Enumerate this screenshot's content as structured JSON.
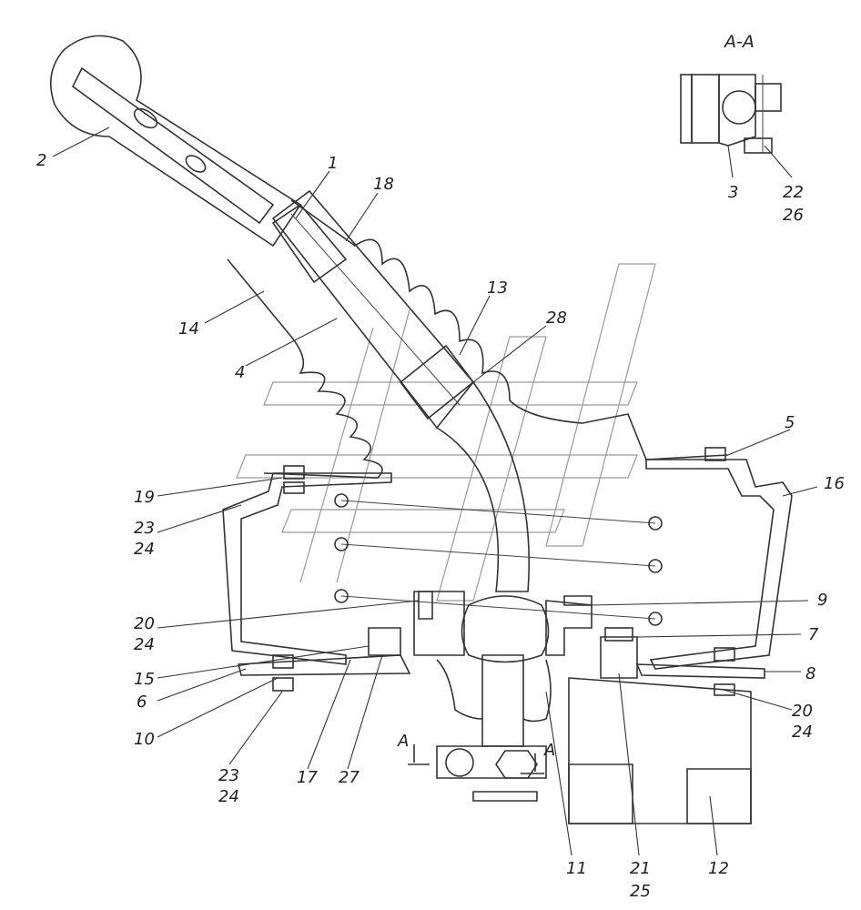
{
  "section_view": {
    "title": "A-A",
    "labels": [
      "3",
      "22",
      "26"
    ]
  },
  "cutting_plane_labels": [
    "A",
    "A"
  ],
  "callouts": [
    {
      "id": "c1",
      "text": "1"
    },
    {
      "id": "c2",
      "text": "2"
    },
    {
      "id": "c18",
      "text": "18"
    },
    {
      "id": "c13",
      "text": "13"
    },
    {
      "id": "c28",
      "text": "28"
    },
    {
      "id": "c14",
      "text": "14"
    },
    {
      "id": "c4",
      "text": "4"
    },
    {
      "id": "c5",
      "text": "5"
    },
    {
      "id": "c16",
      "text": "16"
    },
    {
      "id": "c19",
      "text": "19"
    },
    {
      "id": "c23a",
      "text": "23"
    },
    {
      "id": "c24a",
      "text": "24"
    },
    {
      "id": "c9",
      "text": "9"
    },
    {
      "id": "c20a",
      "text": "20"
    },
    {
      "id": "c24b",
      "text": "24"
    },
    {
      "id": "c7",
      "text": "7"
    },
    {
      "id": "c15",
      "text": "15"
    },
    {
      "id": "c8",
      "text": "8"
    },
    {
      "id": "c6",
      "text": "6"
    },
    {
      "id": "c20b",
      "text": "20"
    },
    {
      "id": "c24c",
      "text": "24"
    },
    {
      "id": "c10",
      "text": "10"
    },
    {
      "id": "c23b",
      "text": "23"
    },
    {
      "id": "c24d",
      "text": "24"
    },
    {
      "id": "c17",
      "text": "17"
    },
    {
      "id": "c27",
      "text": "27"
    },
    {
      "id": "c11",
      "text": "11"
    },
    {
      "id": "c21",
      "text": "21"
    },
    {
      "id": "c25",
      "text": "25"
    },
    {
      "id": "c12",
      "text": "12"
    }
  ]
}
